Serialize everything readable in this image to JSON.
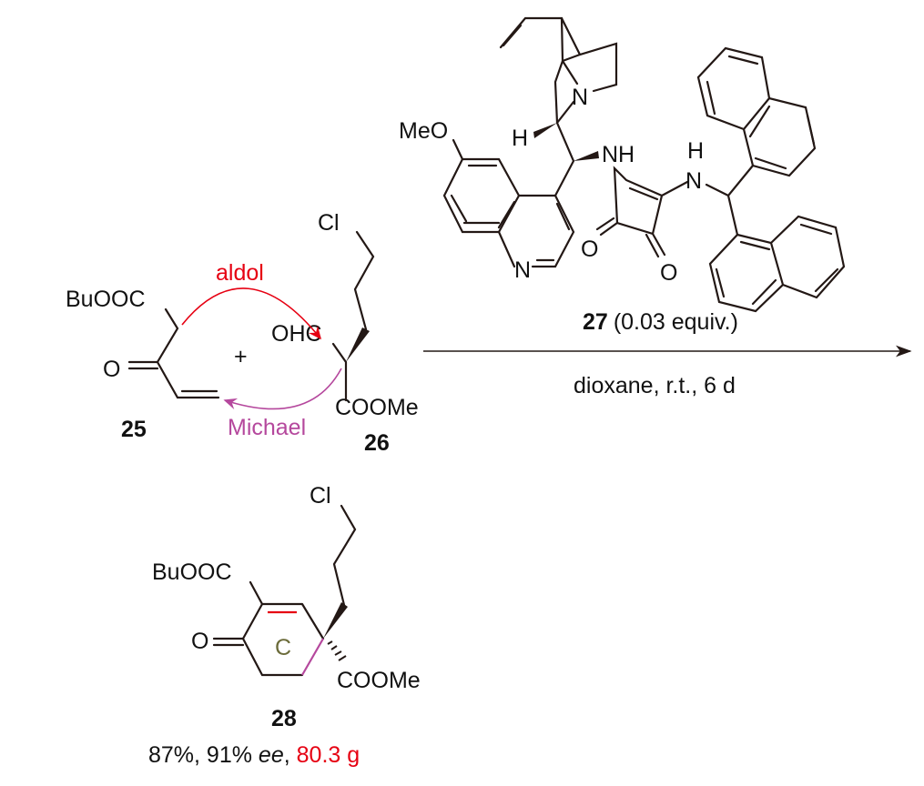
{
  "colors": {
    "aldol": "#e60012",
    "michael": "#b5489d",
    "ring_label": "#6b6b3a",
    "mass": "#e60012"
  },
  "compound25": {
    "label": "25",
    "ester": "BuOOC",
    "oxygen": "O"
  },
  "plus": "+",
  "compound26": {
    "label": "26",
    "aldehyde": "OHC",
    "ester": "COOMe",
    "chloro": "Cl"
  },
  "arrows": {
    "aldol": "aldol",
    "michael": "Michael"
  },
  "catalyst": {
    "label": "27",
    "amount": "(0.03 equiv.)",
    "methoxy": "MeO",
    "quinoline_n": "N",
    "quinuclidine_n": "N",
    "h": "H",
    "nh1": "NH",
    "nh2_n": "N",
    "nh2_h": "H",
    "o1": "O",
    "o2": "O"
  },
  "conditions": "dioxane, r.t., 6 d",
  "product": {
    "label": "28",
    "ester": "BuOOC",
    "oxygen": "O",
    "ring_label": "C",
    "ester2": "COOMe",
    "chloro": "Cl",
    "yield": "87%, 91% ",
    "ee": "ee",
    "sep": ", ",
    "mass": "80.3 g"
  }
}
